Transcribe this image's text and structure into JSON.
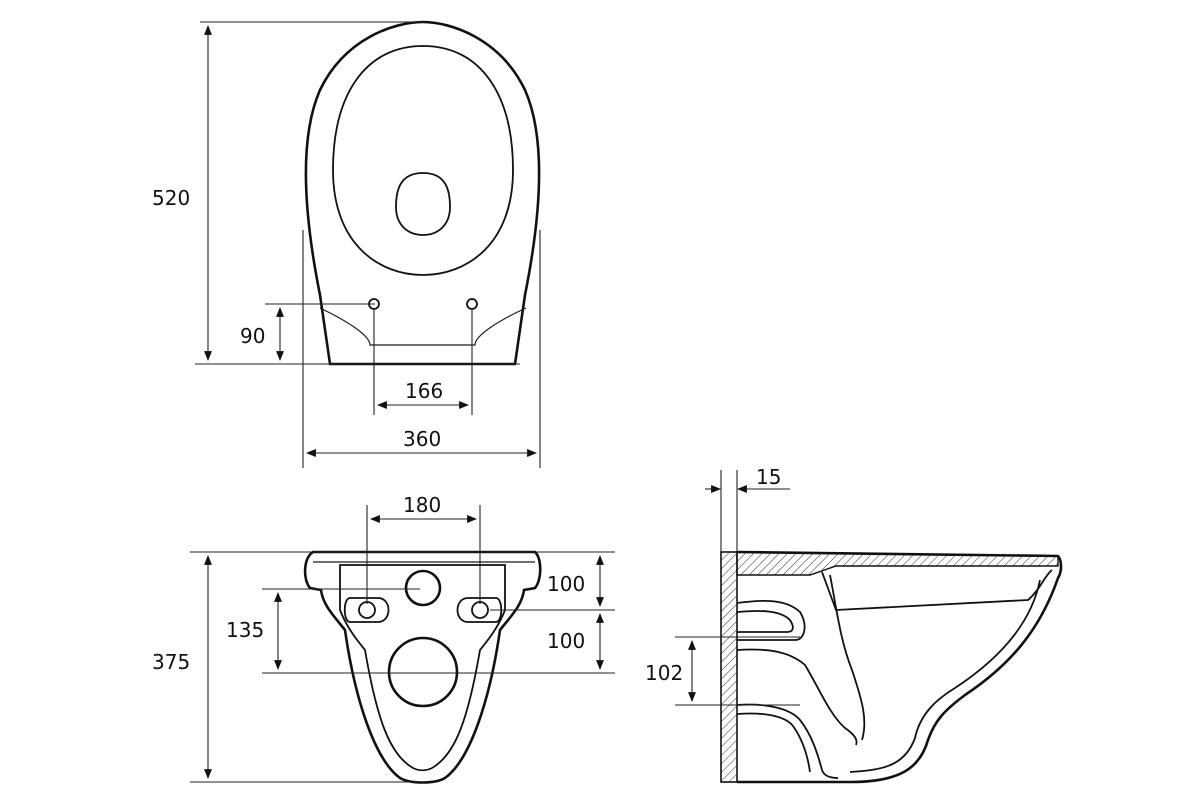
{
  "labels": {
    "top_height": "520",
    "top_mount_offset": "90",
    "top_hole_spacing": "166",
    "top_width": "360",
    "back_hole_spacing": "180",
    "back_height": "375",
    "back_hole_offset": "135",
    "back_upper_gap": "100",
    "back_lower_gap": "100",
    "side_flange": "15",
    "side_outlet_height": "102"
  }
}
